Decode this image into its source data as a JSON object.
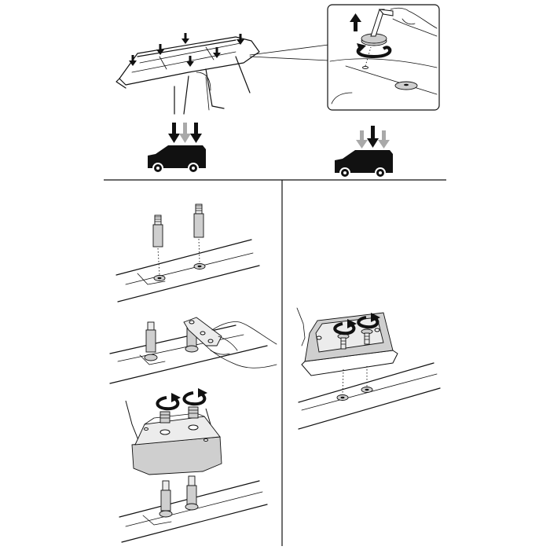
{
  "figure": {
    "kind": "roof rack foot-pack fitting instructions",
    "colors": {
      "line": "#111111",
      "arrow_dark": "#111111",
      "arrow_light": "#a9a9a9",
      "shade": "#cfcfcf",
      "background": "#ffffff"
    },
    "icons": [
      "roof-arrow-icon",
      "car-silhouette-icon",
      "rotation-arrow-icon",
      "hex-key-icon",
      "hand-icon"
    ],
    "panels": [
      "overview",
      "detail-inset",
      "left-variant",
      "right-variant"
    ]
  }
}
